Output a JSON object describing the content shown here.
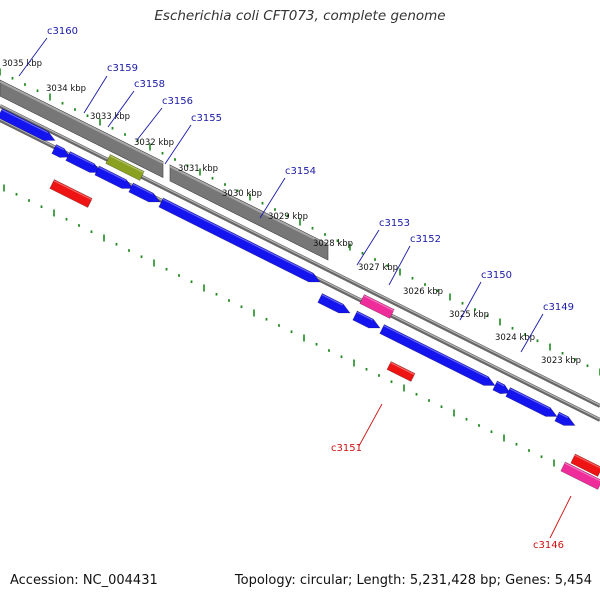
{
  "title": "Escherichia coli CFT073, complete genome",
  "footer": {
    "accession": "Accession: NC_004431",
    "summary": "Topology: circular; Length: 5,231,428 bp; Genes: 5,454"
  },
  "colors": {
    "forward_gene": "#1414ee",
    "reverse_gene": "#ee1414",
    "pink_gene": "#ee2d9b",
    "olive_gene": "#8aa020",
    "gray_band": "#777777",
    "strand_line": "#8c8c8c",
    "tick_green": "#1f8a1f",
    "label_blue": "#1a1aa8",
    "label_red": "#cc1111"
  },
  "scale_labels": [
    "3035 kbp",
    "3034 kbp",
    "3033 kbp",
    "3032 kbp",
    "3031 kbp",
    "3030 kbp",
    "3029 kbp",
    "3028 kbp",
    "3027 kbp",
    "3026 kbp",
    "3025 kbp",
    "3024 kbp",
    "3023 kbp"
  ],
  "gene_labels_top": [
    "c3160",
    "c3159",
    "c3158",
    "c3156",
    "c3155",
    "c3154",
    "c3153",
    "c3152",
    "c3150",
    "c3149"
  ],
  "gene_labels_bottom": [
    "c3151",
    "c3146"
  ]
}
